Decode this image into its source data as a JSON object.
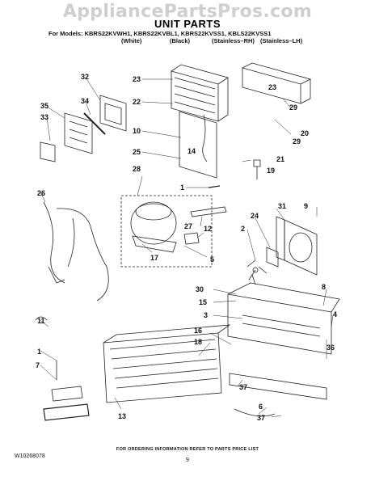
{
  "watermark": "AppliancePartsPros.com",
  "title": "UNIT PARTS",
  "models_line": "For Models: KBRS22KVWH1, KBRS22KVBL1, KBRS22KVSS1, KBLS22KVSS1",
  "colors": [
    "(White)",
    "(Black)",
    "(Stainless–RH)",
    "(Stainless–LH)"
  ],
  "callouts": [
    "1",
    "2",
    "3",
    "4",
    "5",
    "6",
    "7",
    "8",
    "9",
    "10",
    "11",
    "12",
    "13",
    "14",
    "15",
    "16",
    "17",
    "18",
    "19",
    "20",
    "21",
    "22",
    "23",
    "24",
    "25",
    "26",
    "27",
    "28",
    "29",
    "30",
    "31",
    "32",
    "33",
    "34",
    "35",
    "36",
    "37"
  ],
  "footer_note": "FOR ORDERING INFORMATION REFER TO PARTS PRICE LIST",
  "page_number": "9",
  "document_id": "W10268078"
}
